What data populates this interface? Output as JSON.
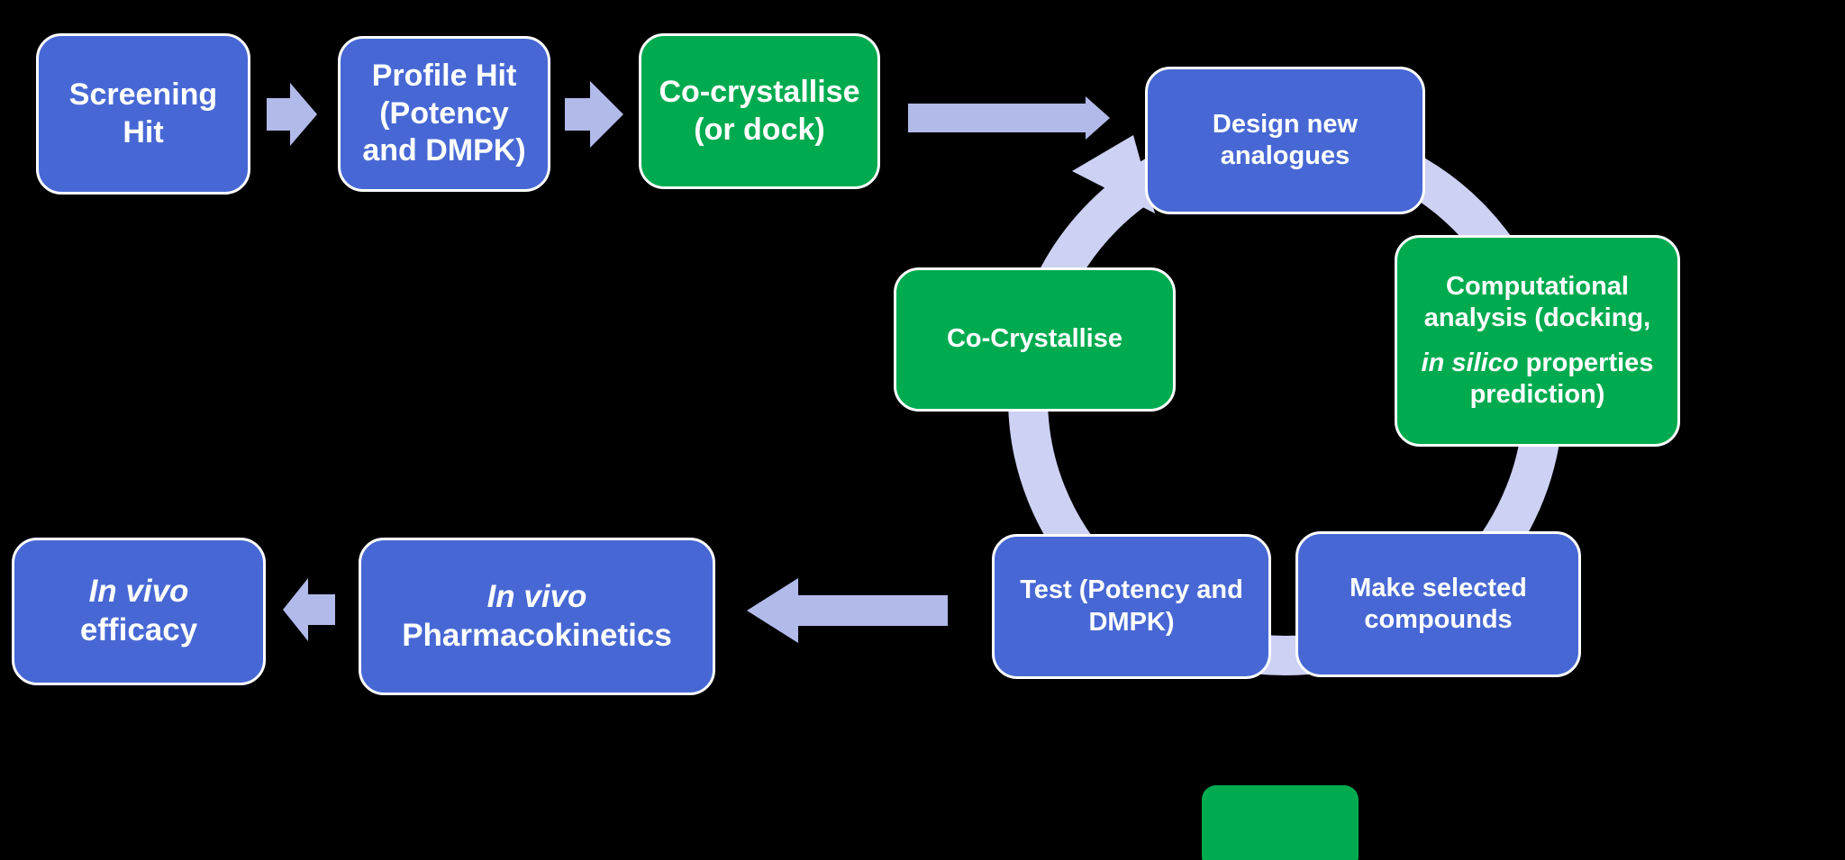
{
  "colors": {
    "bg": "#000000",
    "blue": "#4768D4",
    "green": "#00AB4F",
    "arrow": "#B2BAEA",
    "band": "#CDD1F3",
    "text": "#FFFFFF",
    "border": "#FFFFFF"
  },
  "nodes": {
    "screening_hit": {
      "label": "Screening Hit"
    },
    "profile_hit": {
      "label": "Profile Hit (Potency and DMPK)"
    },
    "co_crystallise_or_dock": {
      "label": "Co-crystallise (or dock)"
    },
    "design_new_analogues": {
      "label": "Design new analogues"
    },
    "computational_analysis": {
      "p1": "Computational analysis (docking,",
      "p2_italic": "in silico",
      "p2_rest": " properties prediction)"
    },
    "co_crystallise": {
      "label": "Co-Crystallise"
    },
    "test_potency_dmpk": {
      "label": "Test (Potency and DMPK)"
    },
    "make_selected_compounds": {
      "label": "Make selected compounds"
    },
    "in_vivo_pharmacokinetics": {
      "italic": "In vivo",
      "rest": "Pharmacokinetics"
    },
    "in_vivo_efficacy": {
      "italic": "In vivo",
      "rest": "efficacy"
    }
  },
  "legend": {
    "swatch_color": "#00AB4F"
  }
}
